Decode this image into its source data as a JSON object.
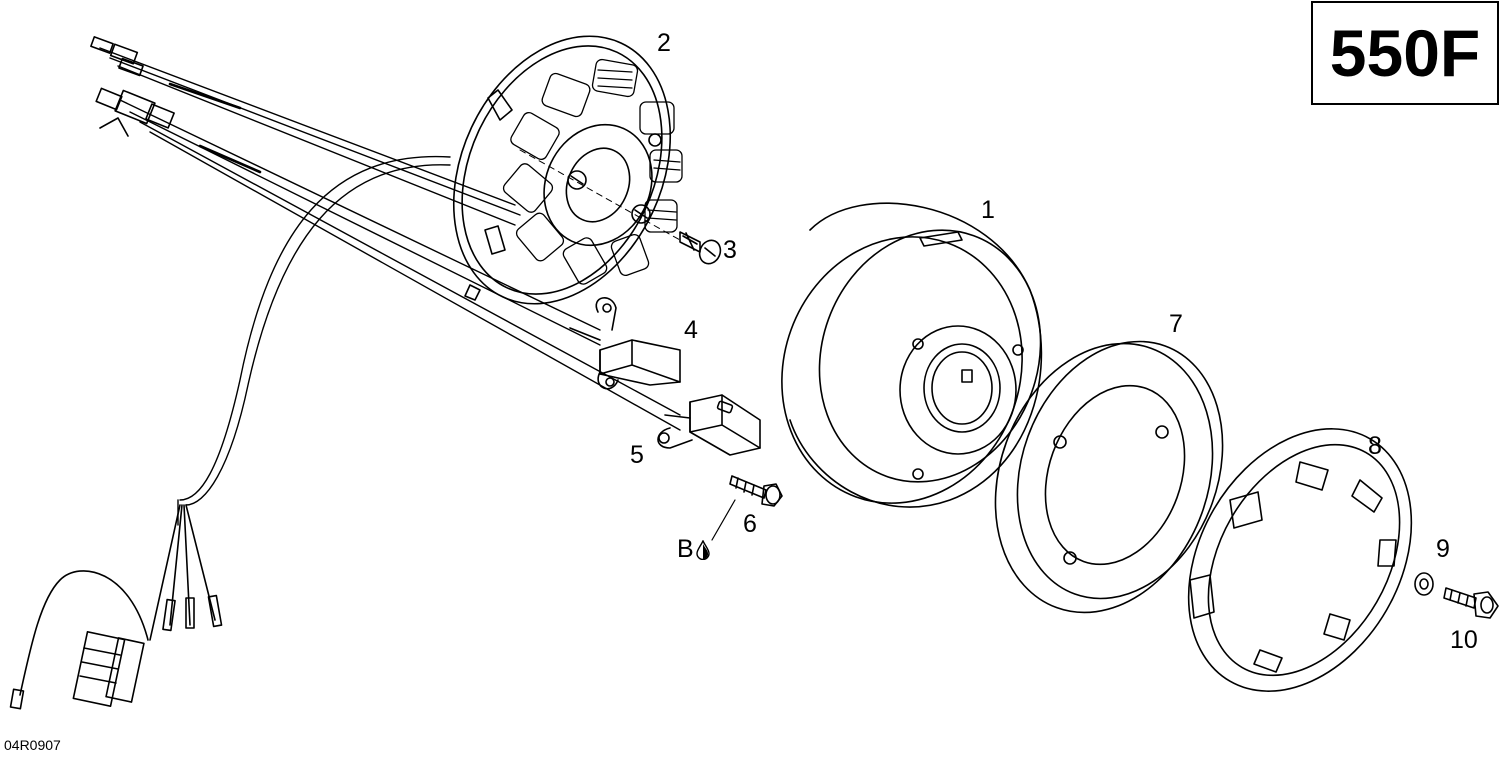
{
  "model_label": "550F",
  "drawing_code": "04R0907",
  "lubricant_code": "B",
  "callouts": [
    "1",
    "2",
    "3",
    "4",
    "5",
    "6",
    "7",
    "8",
    "9",
    "10"
  ],
  "icons": {
    "lubricant": "oil-drop-icon"
  }
}
